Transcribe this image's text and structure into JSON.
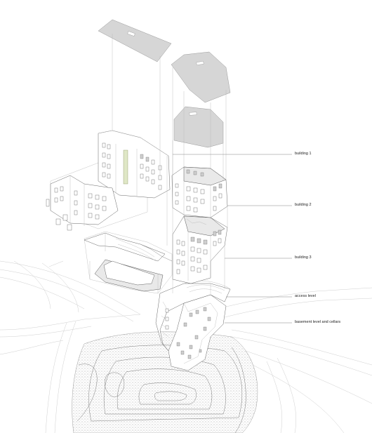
{
  "labels": {
    "building1": "building 1",
    "building2": "building 2",
    "building3": "building 3",
    "access": "access level",
    "basement": "basement level and cellars"
  }
}
